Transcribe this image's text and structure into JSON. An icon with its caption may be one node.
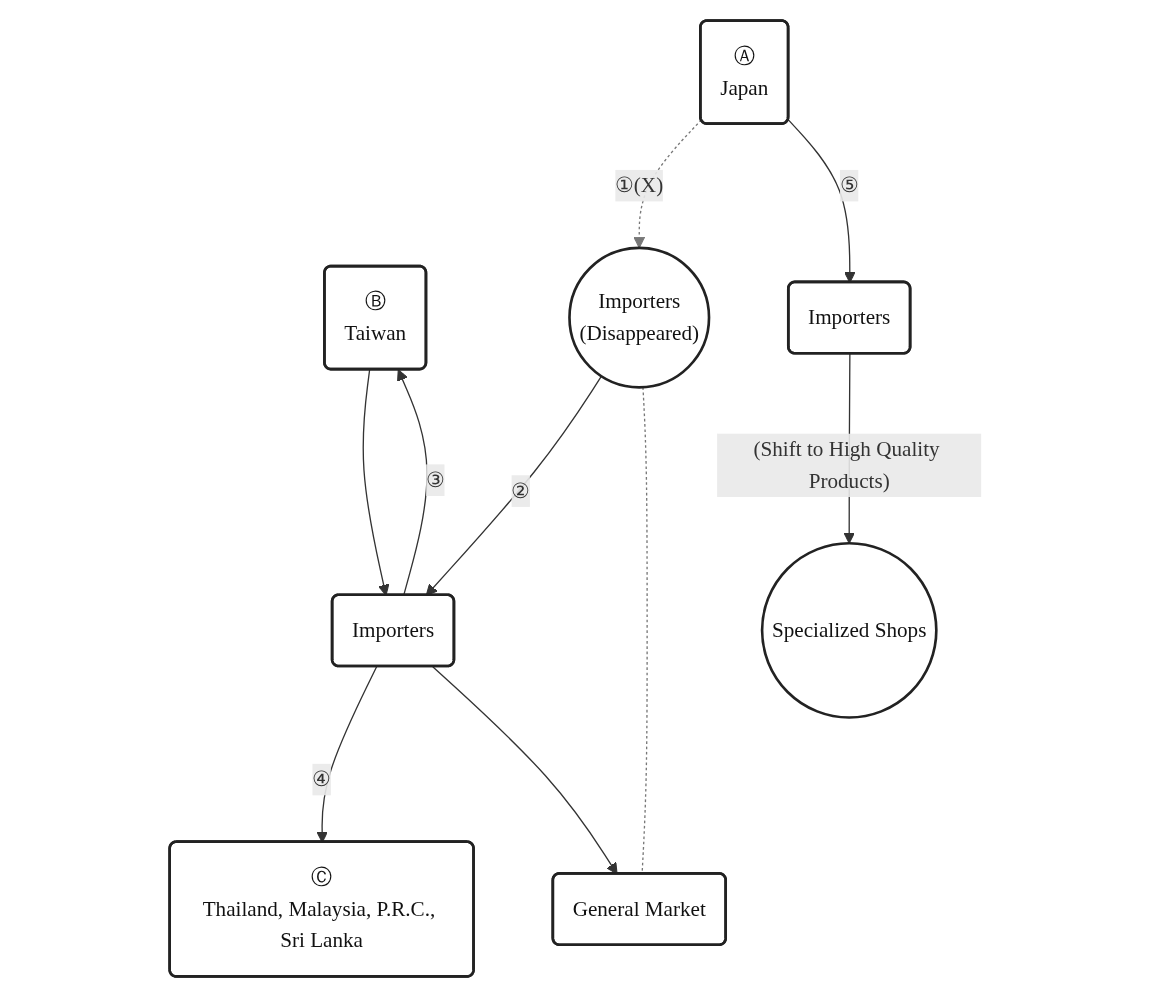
{
  "diagram": {
    "nodes": [
      {
        "text": [
          "Ⓒ",
          "Thailand, Malaysia, P.R.C., Sri Lanka"
        ]
      },
      {
        "text": [
          "Ⓑ",
          "Taiwan"
        ]
      },
      {
        "text": [
          "Ⓐ",
          "Japan"
        ]
      },
      {
        "text": [
          "Importers"
        ]
      },
      {
        "text": [
          "Importers",
          "(Disappeared)"
        ]
      },
      {
        "text": [
          "Importers"
        ]
      },
      {
        "text": [
          "General Market"
        ]
      },
      {
        "text": [
          "Specialized Shops"
        ]
      }
    ],
    "edges": [
      {
        "from": 1,
        "to": 3,
        "arrow": "to"
      },
      {
        "from": 3,
        "to": 1,
        "arrow": "to",
        "label": "③"
      },
      {
        "from": 3,
        "to": 0,
        "arrow": "to",
        "label": "④"
      },
      {
        "from": 4,
        "to": 3,
        "arrow": "to",
        "label": "②"
      },
      {
        "from": 2,
        "to": 4,
        "arrow": "to",
        "label": "①(X)",
        "style": "dashed",
        "color": "#777777"
      },
      {
        "from": 2,
        "to": 5,
        "arrow": "to",
        "label": "⑤"
      },
      {
        "from": 3,
        "to": 6,
        "arrow": "to"
      },
      {
        "from": 4,
        "to": 6,
        "arrow": "none",
        "style": "dashed",
        "color": "#777777"
      },
      {
        "from": 5,
        "to": 7,
        "arrow": "to",
        "label": "(Shift to High Quality Products)"
      }
    ]
  }
}
